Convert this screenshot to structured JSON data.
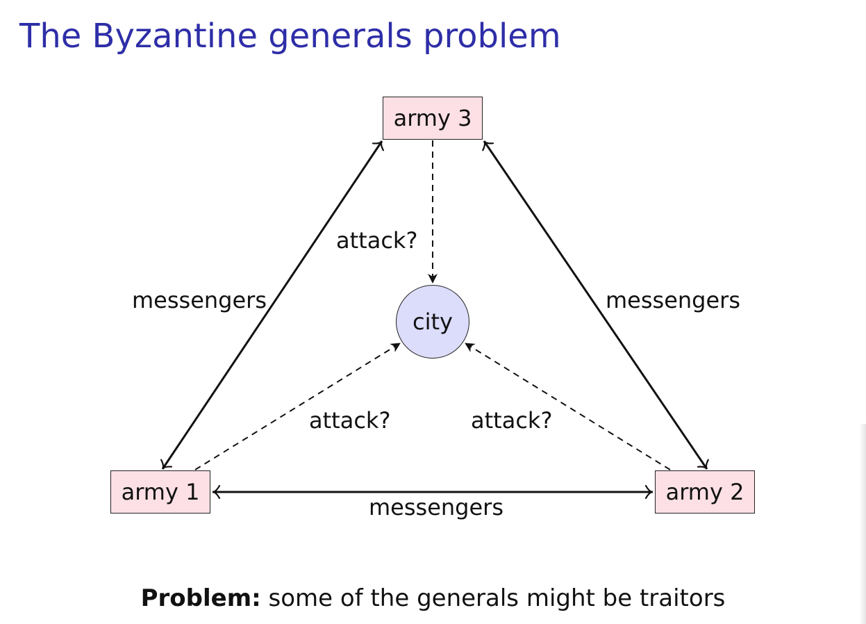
{
  "slide": {
    "title": "The Byzantine generals problem",
    "footer": {
      "bold": "Problem:",
      "text": " some of the generals might be traitors"
    }
  },
  "diagram": {
    "nodes": {
      "army3": "army 3",
      "army1": "army 1",
      "army2": "army 2",
      "city": "city"
    },
    "edges": {
      "army1_army3": "messengers",
      "army2_army3": "messengers",
      "army1_army2": "messengers",
      "army3_city": "attack?",
      "army1_city": "attack?",
      "army2_city": "attack?"
    }
  },
  "colors": {
    "title": "#2e2ea8",
    "army_fill": "#fce0e5",
    "city_fill": "#dcdcfb",
    "line": "#111111"
  }
}
